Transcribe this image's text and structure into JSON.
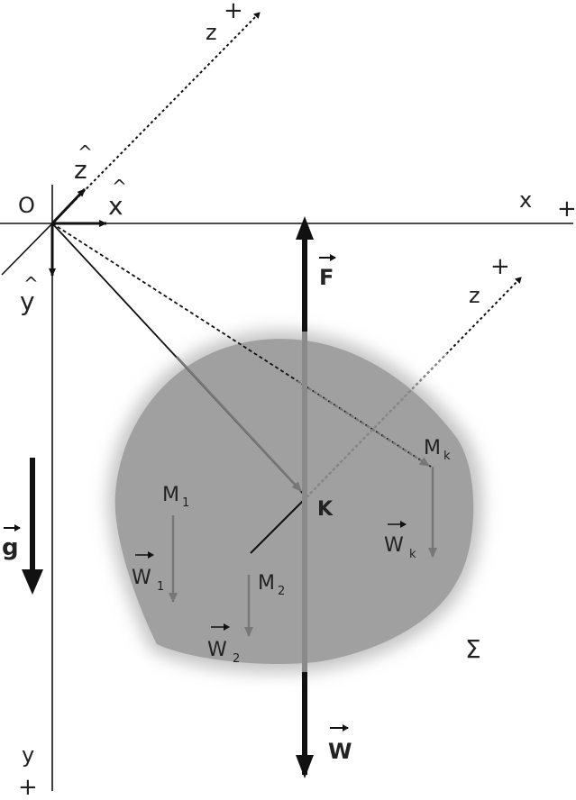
{
  "labels": {
    "origin": "O",
    "x_axis": "x",
    "x_plus": "+",
    "y_axis": "y",
    "y_plus": "+",
    "z_axis": "z",
    "z_plus": "+",
    "z_local": "z",
    "z_local_plus": "+",
    "x_hat": "x",
    "y_hat": "y",
    "z_hat": "z",
    "hat": "^",
    "force": "F",
    "weight": "W",
    "gravity": "g",
    "center": "K",
    "body": "Σ",
    "m1": "M",
    "m1_sub": "1",
    "m2": "M",
    "m2_sub": "2",
    "mk": "M",
    "mk_sub": "k",
    "w1": "W",
    "w1_sub": "1",
    "w2": "W",
    "w2_sub": "2",
    "wk": "W",
    "wk_sub": "k"
  },
  "colors": {
    "body_fill": "#8e8e8e",
    "ink": "#111111",
    "gray_ink": "#777777"
  }
}
